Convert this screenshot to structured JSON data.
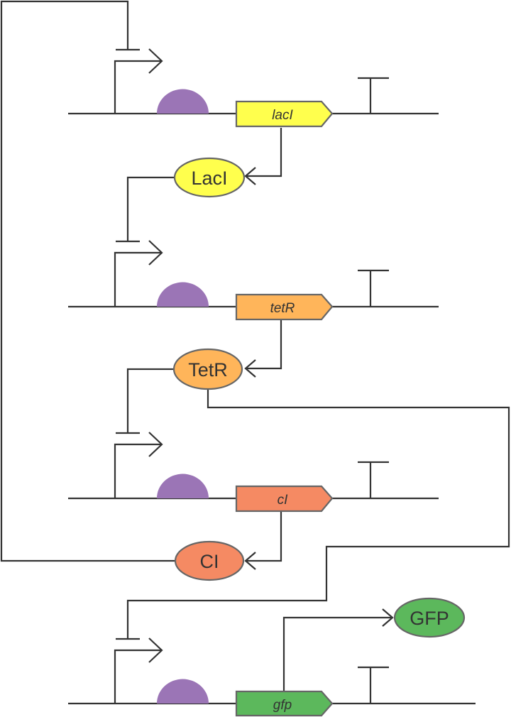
{
  "diagram": {
    "colors": {
      "wire": "#333333",
      "outline": "#666666",
      "rbs": "#9b75b6",
      "laci": "#ffff4d",
      "tetr": "#ffb55a",
      "ci": "#f58a63",
      "gfp": "#5cb85c"
    },
    "cassettes": [
      {
        "gene": "lacI",
        "color_key": "laci"
      },
      {
        "gene": "tetR",
        "color_key": "tetr"
      },
      {
        "gene": "cI",
        "color_key": "ci"
      },
      {
        "gene": "gfp",
        "color_key": "gfp"
      }
    ],
    "proteins": [
      {
        "name": "LacI",
        "color_key": "laci"
      },
      {
        "name": "TetR",
        "color_key": "tetr"
      },
      {
        "name": "CI",
        "color_key": "ci"
      },
      {
        "name": "GFP",
        "color_key": "gfp"
      }
    ]
  }
}
